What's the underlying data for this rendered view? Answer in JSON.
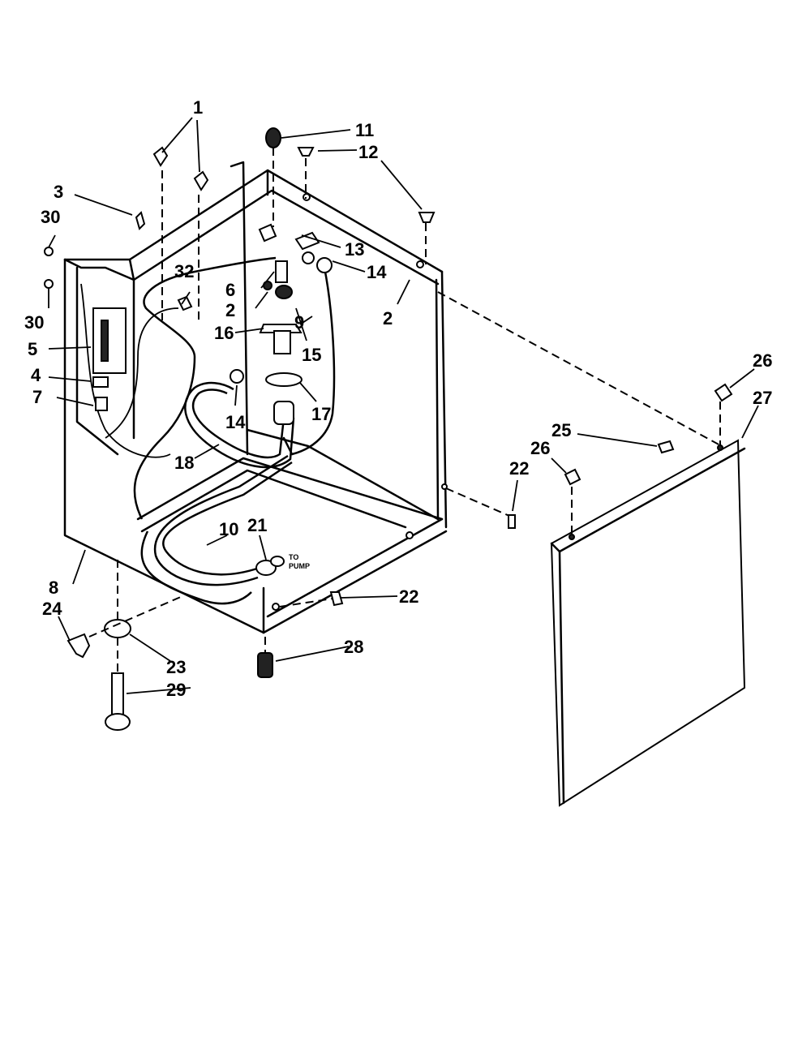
{
  "callouts": {
    "c1": "1",
    "c2a": "2",
    "c2b": "2",
    "c3": "3",
    "c4": "4",
    "c5": "5",
    "c6": "6",
    "c7": "7",
    "c8": "8",
    "c9": "9",
    "c10": "10",
    "c11": "11",
    "c12": "12",
    "c13": "13",
    "c14a": "14",
    "c14b": "14",
    "c15": "15",
    "c16": "16",
    "c17": "17",
    "c18": "18",
    "c21": "21",
    "c22a": "22",
    "c22b": "22",
    "c23": "23",
    "c24": "24",
    "c25": "25",
    "c26a": "26",
    "c26b": "26",
    "c27": "27",
    "c28": "28",
    "c29": "29",
    "c30a": "30",
    "c30b": "30",
    "c32": "32"
  },
  "notes": {
    "to_pump_line1": "TO",
    "to_pump_line2": "PUMP"
  }
}
